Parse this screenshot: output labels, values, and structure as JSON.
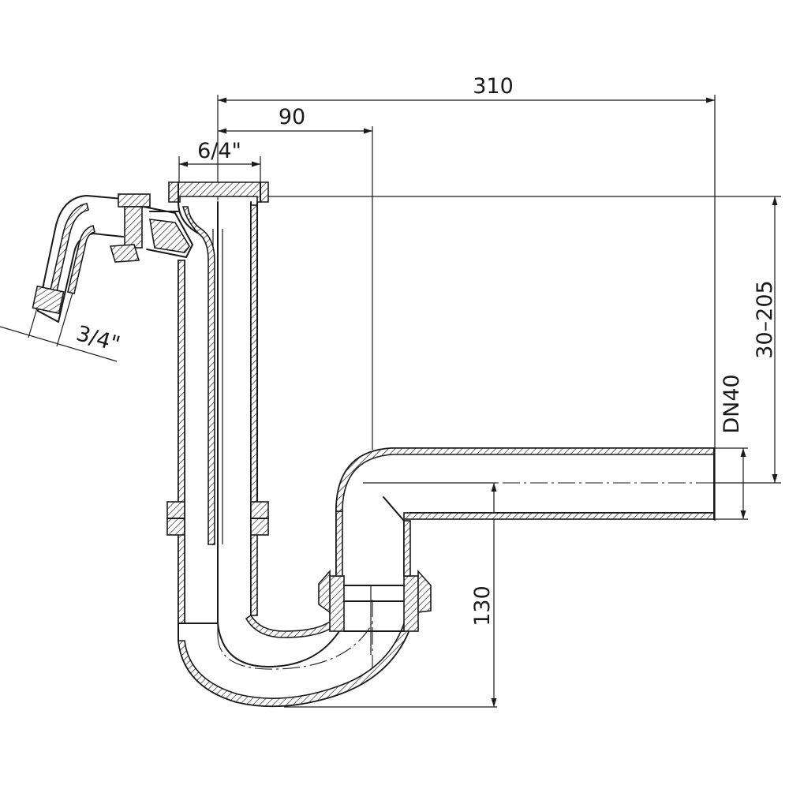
{
  "dimensions": {
    "overall_width": "310",
    "offset": "90",
    "inlet_thread": "6/4\"",
    "hose_connector": "3/4\"",
    "height_adjust": "30–205",
    "outlet_size": "DN40",
    "seal_depth": "130"
  },
  "colors": {
    "line": "#1a1a1a",
    "background": "#ffffff"
  }
}
